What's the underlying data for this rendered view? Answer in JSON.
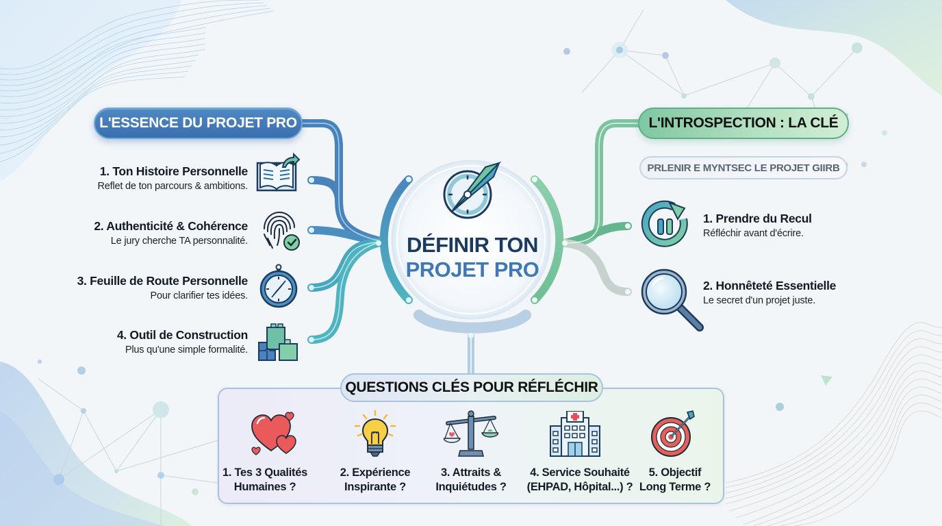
{
  "center": {
    "title_line1": "DÉFINIR TON",
    "title_line2": "PROJET PRO",
    "icon": "compass-arrow-icon"
  },
  "left_branch": {
    "header": "L'ESSENCE DU PROJET PRO",
    "color": "#3f78b3",
    "items": [
      {
        "title": "1. Ton Histoire Personnelle",
        "subtitle": "Reflet de ton parcours & ambitions.",
        "icon": "open-book-icon"
      },
      {
        "title": "2. Authenticité & Cohérence",
        "subtitle": "Le jury cherche TA personnalité.",
        "icon": "fingerprint-check-icon"
      },
      {
        "title": "3. Feuille de Route Personnelle",
        "subtitle": "Pour clarifier tes idées.",
        "icon": "compass-icon"
      },
      {
        "title": "4. Outil de Construction",
        "subtitle": "Plus qu'une simple formalité.",
        "icon": "building-blocks-icon"
      }
    ]
  },
  "right_branch": {
    "header": "L'INTROSPECTION : LA CLÉ",
    "subheader": "PRLENIR E MYNTSEC LE PROJET GIIRB",
    "color": "#6fbf95",
    "items": [
      {
        "title": "1. Prendre du Recul",
        "subtitle": "Réfléchir avant d'écrire.",
        "icon": "pause-cycle-icon"
      },
      {
        "title": "2. Honnêteté Essentielle",
        "subtitle": "Le secret d'un projet juste.",
        "icon": "magnifying-glass-icon"
      }
    ]
  },
  "bottom_branch": {
    "header": "QUESTIONS CLÉS POUR RÉFLÉCHIR",
    "questions": [
      {
        "line1": "1. Tes 3 Qualités",
        "line2": "Humaines ?",
        "icon": "hearts-icon"
      },
      {
        "line1": "2. Expérience",
        "line2": "Inspirante ?",
        "icon": "lightbulb-icon"
      },
      {
        "line1": "3. Attraits &",
        "line2": "Inquiétudes ?",
        "icon": "balance-scale-icon"
      },
      {
        "line1": "4. Service Souhaité",
        "line2": "(EHPAD, Hôpital...) ?",
        "icon": "hospital-icon"
      },
      {
        "line1": "5. Objectif",
        "line2": "Long Terme ?",
        "icon": "target-arrow-icon"
      }
    ]
  },
  "colors": {
    "primary_blue": "#3f78b3",
    "dark_navy": "#1b3a5e",
    "teal": "#4fb3c0",
    "green": "#6fbf95",
    "background": "#f3f6f9"
  }
}
